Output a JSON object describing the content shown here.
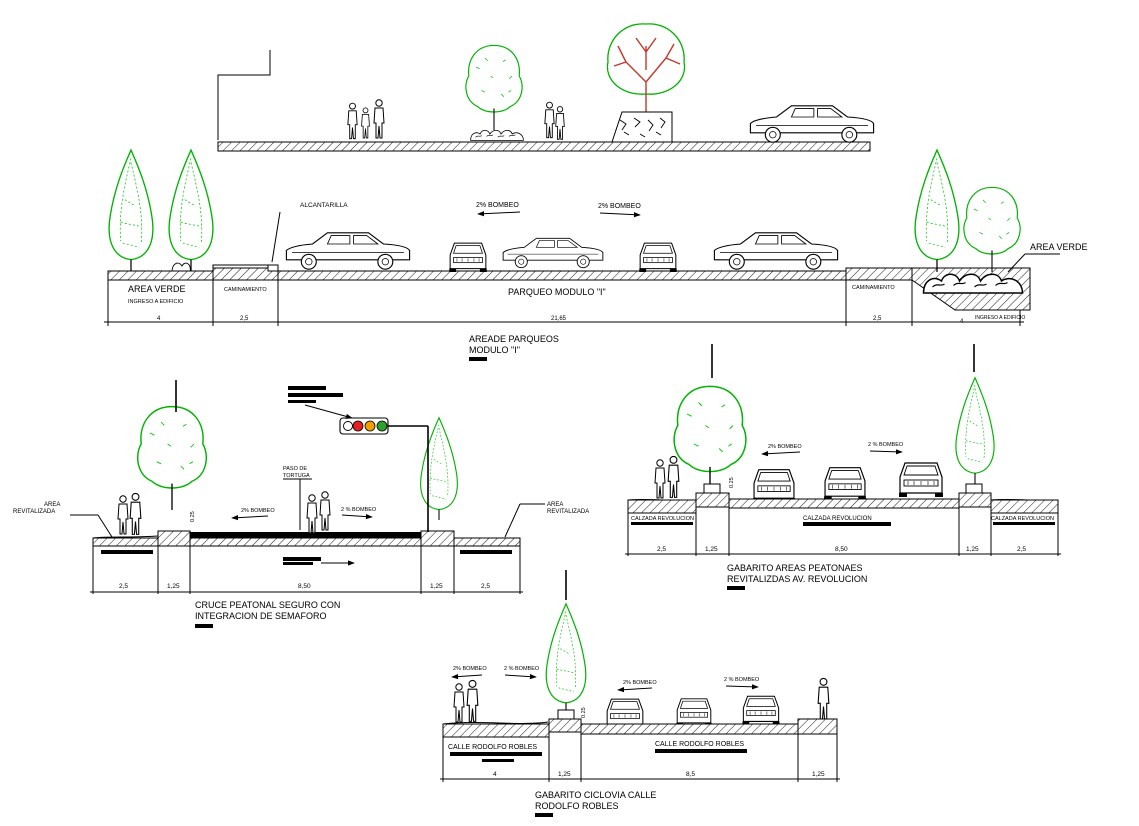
{
  "top_section": {
    "labels": {
      "alcantarilla": "ALCANTARILLA",
      "bombeo_1": "2% BOMBEO",
      "bombeo_2": "2% BOMBEO",
      "area_verde_left": "AREA VERDE",
      "ingreso_left": "INGRESO A EDIFICIO",
      "caminamiento_left": "CAMINAMIENTO",
      "parqueo": "PARQUEO MODULO \"I\"",
      "caminamiento_right": "CAMINAMIENTO",
      "area_verde_right": "AREA VERDE",
      "ingreso_right": "INGRESO A EDIFICIO"
    },
    "dims": [
      "4",
      "2,5",
      "21,65",
      "2,5",
      "4"
    ],
    "caption_line1": "AREADE PARQUEOS",
    "caption_line2": "MODULO \"I\""
  },
  "cruce_section": {
    "labels": {
      "area_left": "AREA",
      "revit_left": "REVITALIZADA",
      "area_right": "AREA",
      "revit_right": "REVITALIZADA",
      "paso_1": "PASO DE",
      "paso_2": "TORTUGA",
      "bombeo_1": "2% BOMBEO",
      "bombeo_2": "2 % BOMBEO",
      "height": "0.25"
    },
    "dims": [
      "2,5",
      "1,25",
      "8,50",
      "1,25",
      "2,5"
    ],
    "caption_line1": "CRUCE PEATONAL SEGURO CON",
    "caption_line2": "INTEGRACION DE SEMAFORO"
  },
  "revolucion_section": {
    "labels": {
      "bombeo_1": "2% BOMBEO",
      "bombeo_2": "2 % BOMBEO",
      "height": "0.25",
      "calzada_left": "CALZADA REVOLUCION",
      "calzada_center": "CALZADA REVOLUCION",
      "calzada_right": "CALZADA REVOLUCION"
    },
    "dims": [
      "2,5",
      "1,25",
      "8,50",
      "1,25",
      "2,5"
    ],
    "caption_line1": "GABARITO  AREAS PEATONAES",
    "caption_line2": "REVITALIZDAS AV. REVOLUCION"
  },
  "robles_section": {
    "labels": {
      "bombeo_1": "2% BOMBEO",
      "bombeo_2": "2 % BOMBEO",
      "bombeo_3": "2% BOMBEO",
      "bombeo_4": "2 % BOMBEO",
      "height": "0.25",
      "calle_left": "CALLE RODOLFO ROBLES",
      "calle_center": "CALLE RODOLFO ROBLES"
    },
    "dims": [
      "4",
      "1,25",
      "8,5",
      "1,25"
    ],
    "caption_line1": "GABARITO  CICLOVIA CALLE",
    "caption_line2": "RODOLFO ROBLES"
  },
  "colors": {
    "tree_green": "#00b300",
    "tree_canopy_red": "#c0392b",
    "signal_red": "#e62020",
    "signal_yellow": "#f0a000",
    "signal_green": "#2ea02e"
  }
}
